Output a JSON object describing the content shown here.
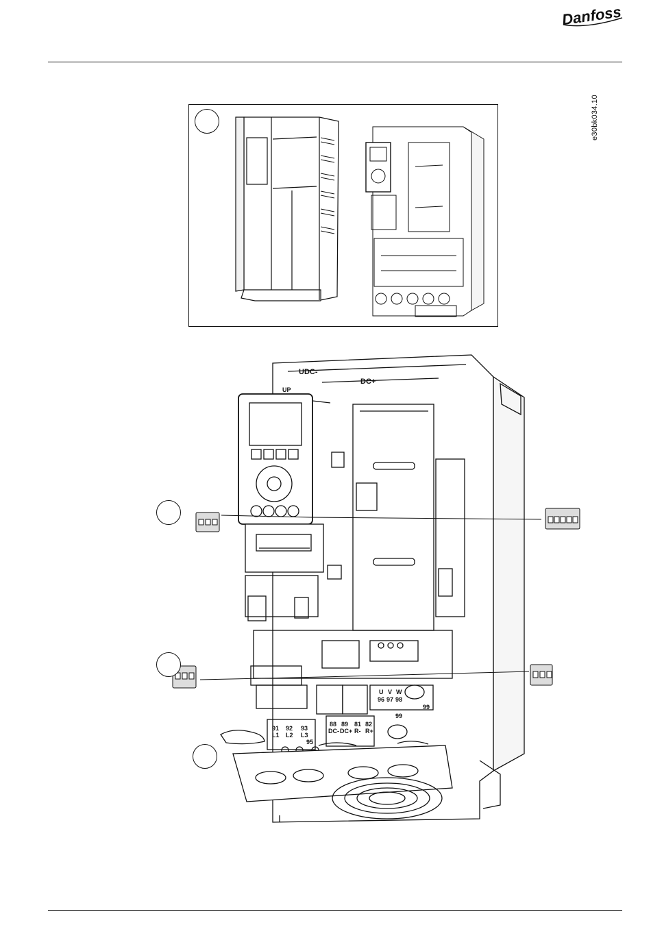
{
  "header": {
    "brand_logo_text": "Danfoss"
  },
  "figure": {
    "reference_code": "e30bk034.10",
    "upper_panel": {
      "callouts": [
        ""
      ]
    },
    "lower_panel": {
      "callouts": [
        "",
        "",
        ""
      ],
      "labels": {
        "udc_minus": "UDC-",
        "dc_plus": "DC+",
        "up": "UP",
        "t96": "96",
        "t97": "97",
        "t98": "98",
        "u": "U",
        "v": "V",
        "w": "W",
        "t99a": "99",
        "t99b": "99",
        "t91": "91",
        "t92": "92",
        "t93": "93",
        "l1": "L1",
        "l2": "L2",
        "l3": "L3",
        "t95": "95",
        "t88": "88",
        "t89": "89",
        "t81": "81",
        "t82": "82",
        "dc_minus_t": "DC-",
        "dc_plus_t": "DC+",
        "r_minus": "R-",
        "r_plus": "R+"
      }
    }
  }
}
